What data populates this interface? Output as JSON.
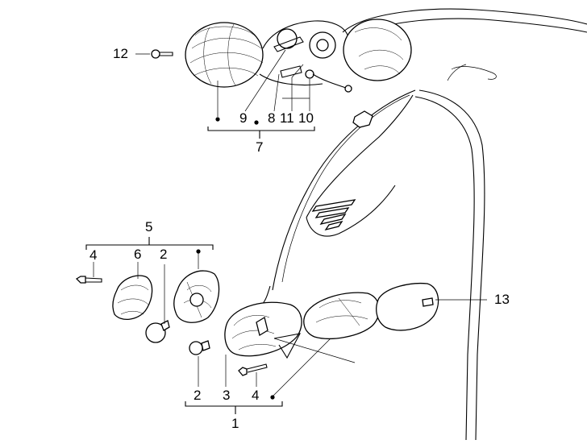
{
  "diagram": {
    "labels": {
      "l1": "1",
      "l2a": "2",
      "l2b": "2",
      "l3": "3",
      "l4a": "4",
      "l4b": "4",
      "l5": "5",
      "l6": "6",
      "l7": "7",
      "l8": "8",
      "l9": "9",
      "l10": "10",
      "l11": "11",
      "l12": "12",
      "l13": "13"
    }
  }
}
